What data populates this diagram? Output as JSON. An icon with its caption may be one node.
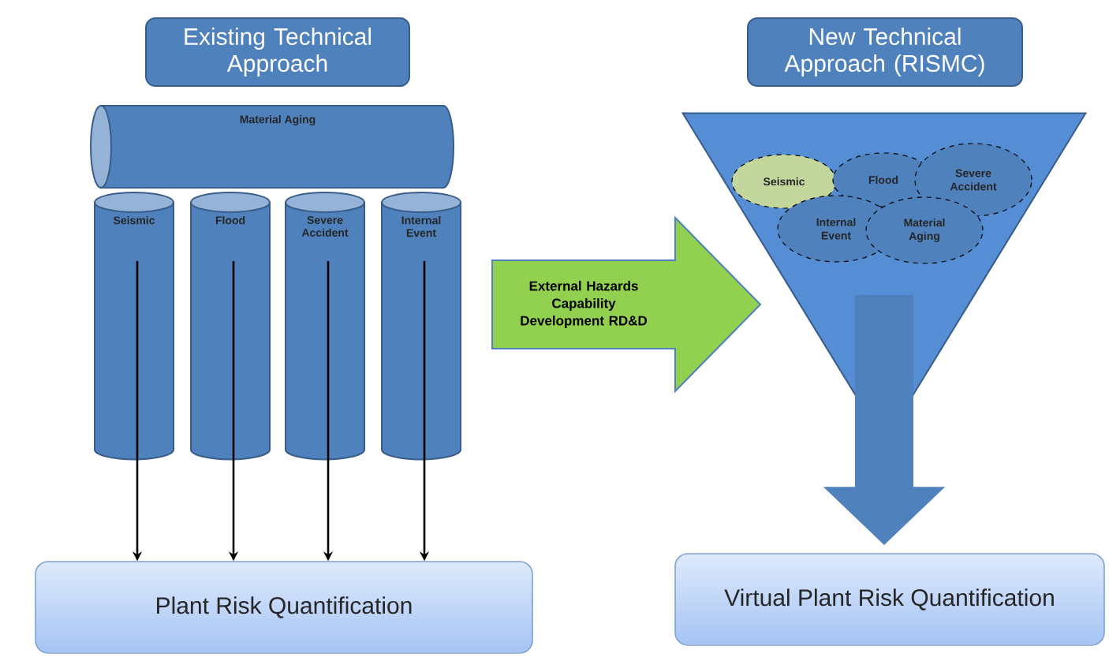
{
  "diagram": {
    "nodes": [
      {
        "text": [
          "Existing Technical Approach"
        ]
      },
      {
        "text": [
          "Material Aging"
        ]
      },
      {
        "text": [
          "Seismic"
        ]
      },
      {
        "text": [
          "Flood"
        ]
      },
      {
        "text": [
          "Severe Accident"
        ]
      },
      {
        "text": [
          "Internal Event"
        ]
      },
      {
        "text": [
          "Plant Risk Quantification"
        ]
      },
      {
        "text": [
          "External Hazards Capability Development RD&D"
        ]
      },
      {
        "text": [
          "New Technical Approach (RISMC)"
        ]
      },
      {
        "text": [],
        "shape": "triangle"
      },
      {
        "text": [
          "Seismic"
        ],
        "in": 9
      },
      {
        "text": [
          "Flood"
        ],
        "in": 9
      },
      {
        "text": [
          "Severe Accident"
        ],
        "in": 9
      },
      {
        "text": [
          "Internal Event"
        ],
        "in": 9
      },
      {
        "text": [
          "Material Aging"
        ],
        "in": 9
      },
      {
        "text": [
          "Virtual Plant Risk Quantification"
        ]
      }
    ],
    "edges": [
      {
        "from": 2,
        "to": 6,
        "arrow": "to"
      },
      {
        "from": 3,
        "to": 6,
        "arrow": "to"
      },
      {
        "from": 4,
        "to": 6,
        "arrow": "to"
      },
      {
        "from": 5,
        "to": 6,
        "arrow": "to"
      },
      {
        "from": null,
        "to": 15,
        "arrow": "to",
        "style": "thick",
        "color": "#4f81bd"
      }
    ]
  }
}
